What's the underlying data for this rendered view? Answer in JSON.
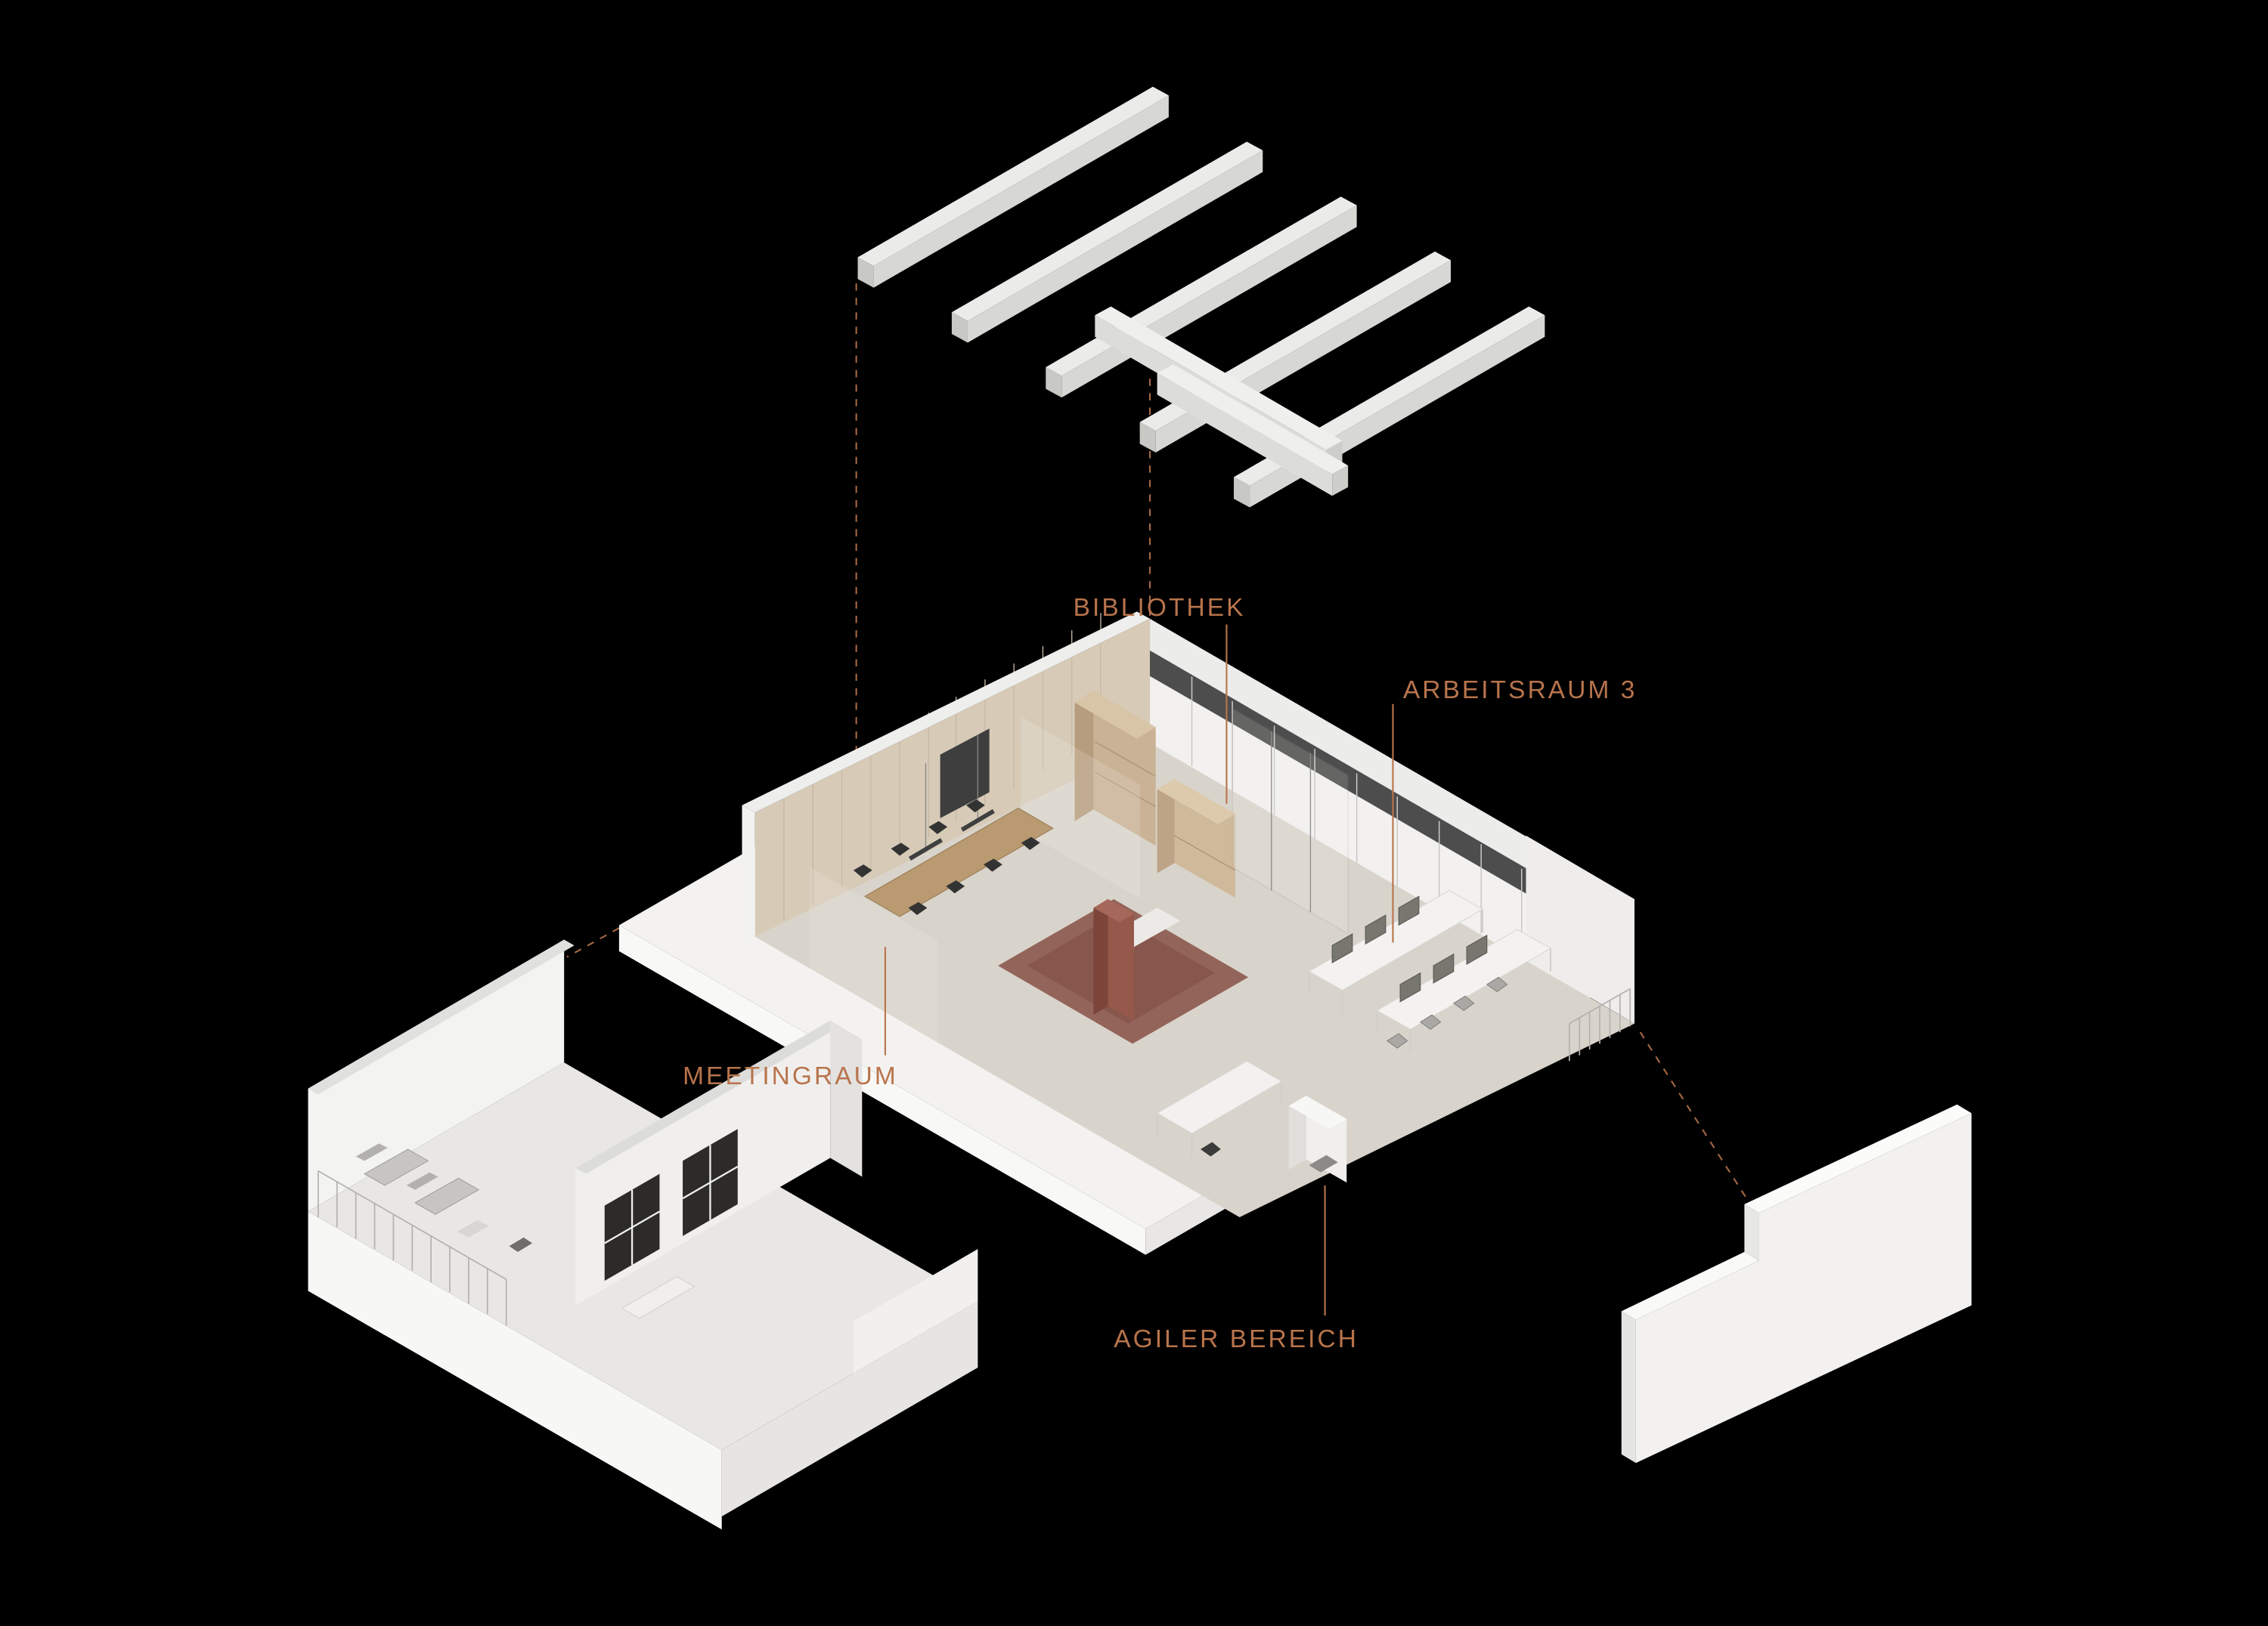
{
  "title": "Exploded axonometric diagram of office floor",
  "colors": {
    "background": "#000000",
    "accent": "#b8744c",
    "model_light": "#f2f1ef",
    "wood_wall": "#d7cbb8",
    "floor": "#d9d4cb",
    "red_zone": "#8d5a50"
  },
  "labels": {
    "bibliothek": "BIBLIOTHEK",
    "arbeitsraum3": "ARBEITSRAUM 3",
    "meetingraum": "MEETINGRAUM",
    "agiler_bereich": "AGILER BEREICH"
  }
}
